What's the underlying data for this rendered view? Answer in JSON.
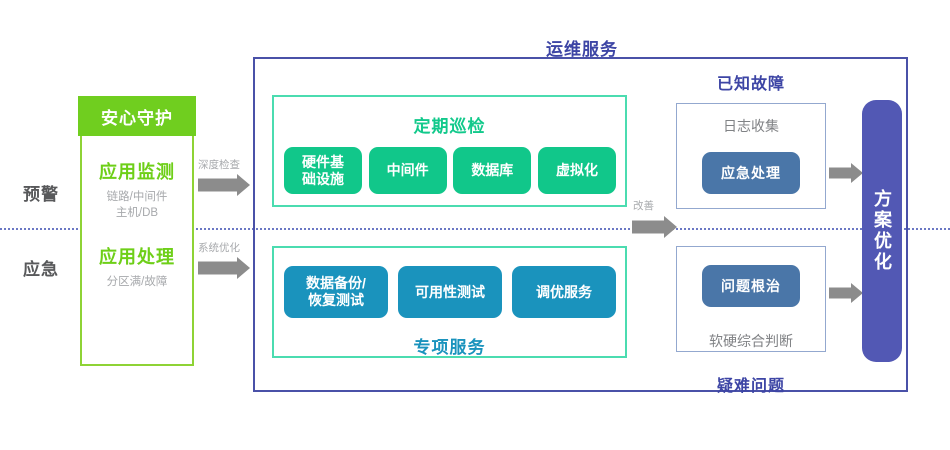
{
  "left_column": {
    "stages": [
      {
        "name": "warning",
        "label": "预警"
      },
      {
        "name": "emergency",
        "label": "应急"
      }
    ],
    "guard_card": {
      "header": "安心守护",
      "blocks": [
        {
          "title": "应用监测",
          "subtitle_line1": "链路/中间件",
          "subtitle_line2": "主机/DB"
        },
        {
          "title": "应用处理",
          "subtitle_line1": "分区满/故障",
          "subtitle_line2": ""
        }
      ]
    },
    "arrows": [
      {
        "label": "深度检查"
      },
      {
        "label": "系统优化"
      }
    ]
  },
  "ops": {
    "title": "运维服务",
    "inspection": {
      "title": "定期巡检",
      "items": [
        "硬件基\n础设施",
        "中间件",
        "数据库",
        "虚拟化"
      ],
      "item1_line1": "硬件基",
      "item1_line2": "础设施",
      "item2": "中间件",
      "item3": "数据库",
      "item4": "虚拟化"
    },
    "special_service": {
      "title": "专项服务",
      "item1_line1": "数据备份/",
      "item1_line2": "恢复测试",
      "item2": "可用性测试",
      "item3": "调优服务"
    },
    "improve_arrow_label": "改善",
    "known_fault": {
      "heading": "已知故障",
      "subtitle": "日志收集",
      "button": "应急处理"
    },
    "hard_problem": {
      "heading": "疑难问题",
      "subtitle": "软硬综合判断",
      "button": "问题根治"
    },
    "outcome_bar": "方案优化"
  },
  "colors": {
    "bright_green": "#70ce1f",
    "card_green_border": "#8ed335",
    "title_green": "#6ecf18",
    "pill_green": "#11c78a",
    "panel_green_border": "#4bdcb0",
    "pill_blue": "#1a93bd",
    "frame_purple": "#4a51a8",
    "title_purple": "#3d45a5",
    "button_blue": "#4a76a8",
    "bar_purple": "#5258b4",
    "arrow_grey": "#8c8c8c",
    "muted_grey": "#a7a9ac",
    "divider_blue": "#6b78c4"
  }
}
